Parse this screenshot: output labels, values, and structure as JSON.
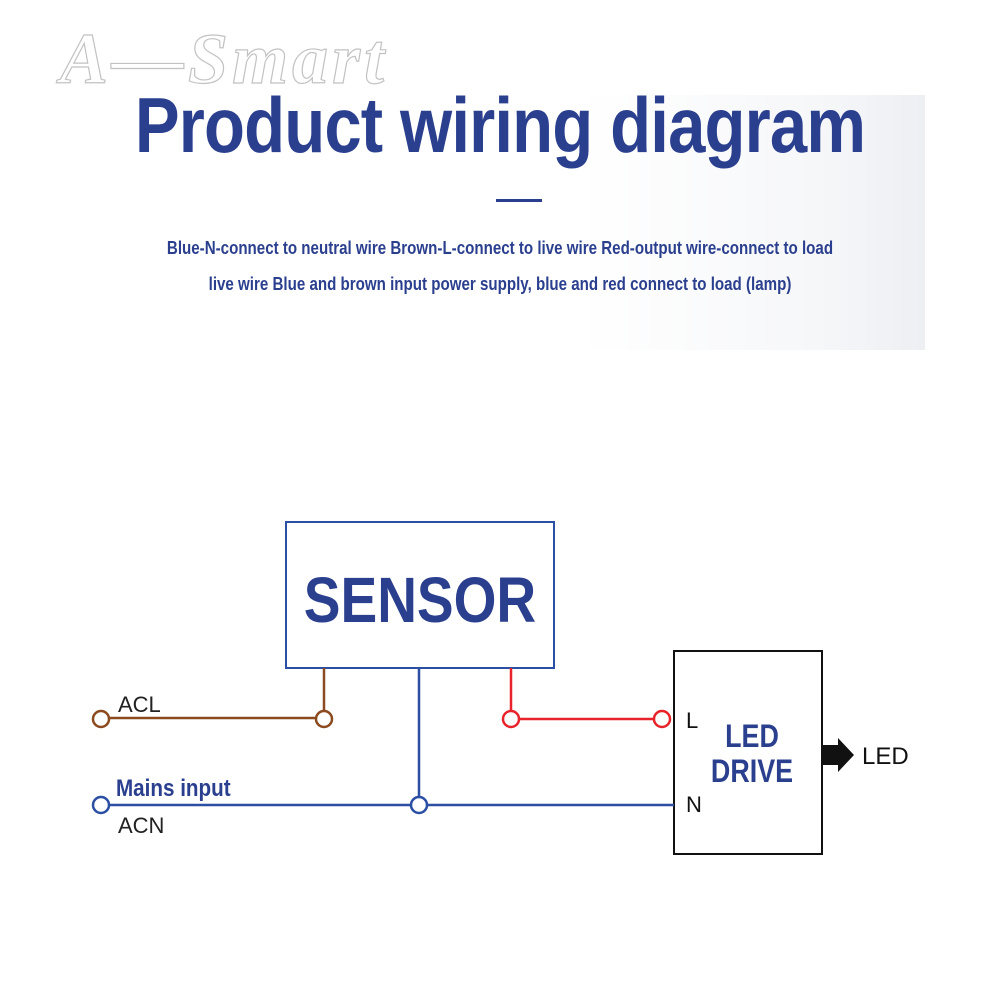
{
  "watermark": "A—Smart",
  "title": "Product wiring diagram",
  "description": "Blue-N-connect to neutral wire Brown-L-connect to live wire Red-output wire-connect to load live wire Blue and brown input power supply, blue and red connect to load (lamp)",
  "diagram": {
    "sensor_label": "SENSOR",
    "acl_label": "ACL",
    "acn_label": "ACN",
    "mains_label": "Mains input",
    "driver_line1": "LED",
    "driver_line2": "DRIVE",
    "terminal_l": "L",
    "terminal_n": "N",
    "output_label": "LED",
    "colors": {
      "live_wire": "#8b4a1f",
      "neutral_wire": "#2a4fa3",
      "output_wire": "#e8242b",
      "box_border": "#2a4fa3",
      "text_blue": "#2b3f8f"
    }
  }
}
